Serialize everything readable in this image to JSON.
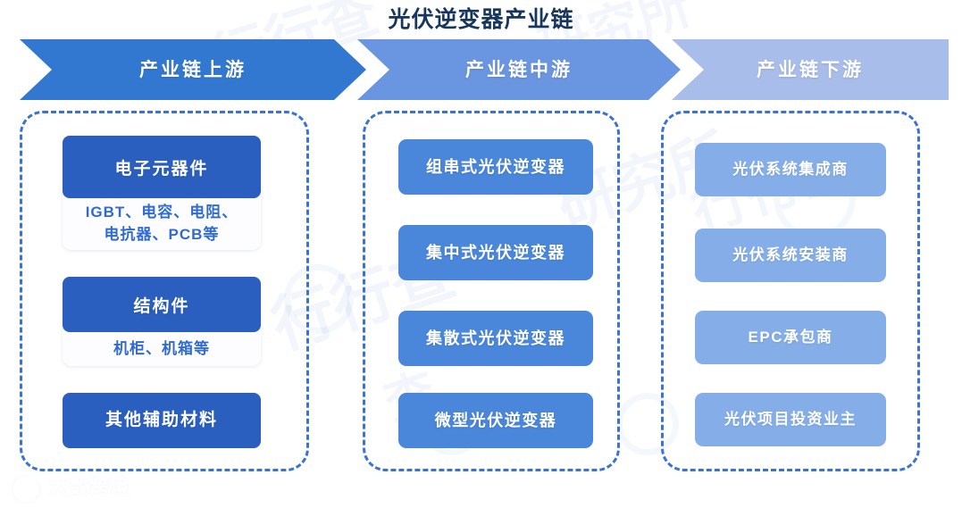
{
  "page": {
    "title": "光伏逆变器产业链",
    "accent_dark": "#2a5fc0",
    "accent_mid": "#4a86da",
    "accent_light": "#85aee8",
    "dash_border": "#3a72d8",
    "title_color": "#17365d"
  },
  "header": {
    "arrows": [
      {
        "label": "产业链上游",
        "color": "#3278d0"
      },
      {
        "label": "产业链中游",
        "color": "#6a95e0"
      },
      {
        "label": "产业链下游",
        "color": "#a8bdea"
      }
    ]
  },
  "upstream": {
    "cards": [
      {
        "head": "电子元器件",
        "body": "IGBT、电容、电阻、\n电抗器、PCB等"
      },
      {
        "head": "结构件",
        "body": "机柜、机箱等"
      }
    ],
    "solid": [
      {
        "label": "其他辅助材料"
      }
    ]
  },
  "midstream": {
    "items": [
      {
        "label": "组串式光伏逆变器"
      },
      {
        "label": "集中式光伏逆变器"
      },
      {
        "label": "集散式光伏逆变器"
      },
      {
        "label": "微型光伏逆变器"
      }
    ]
  },
  "downstream": {
    "items": [
      {
        "label": "光伏系统集成商"
      },
      {
        "label": "光伏系统安装商"
      },
      {
        "label": "EPC承包商"
      },
      {
        "label": "光伏项目投资业主"
      }
    ]
  },
  "watermarks": {
    "logo_text": "大数跨境",
    "faint": [
      "行行查",
      "行行查",
      "行行查",
      "研究所",
      "研究所",
      "查",
      "查"
    ]
  }
}
